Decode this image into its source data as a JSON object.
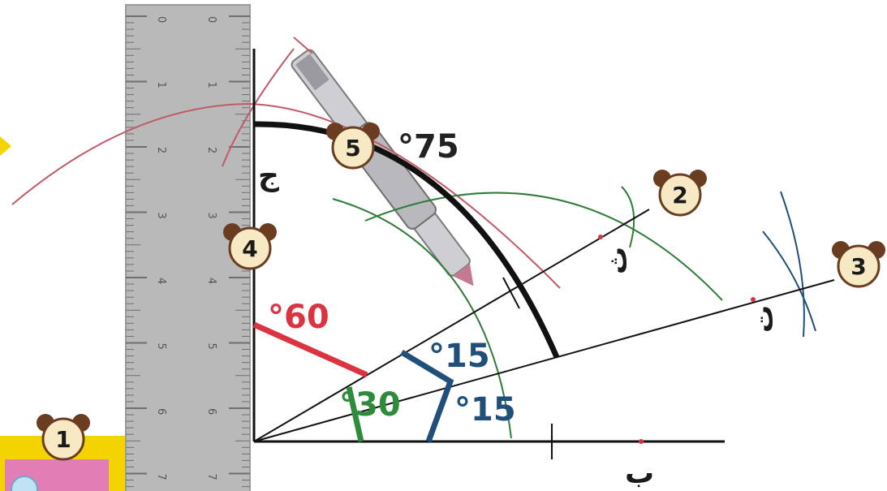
{
  "angles": {
    "a75": "°75",
    "a60": "°60",
    "a30": "°30",
    "a15_upper": "°15",
    "a15_lower": "°15"
  },
  "point_labels": {
    "b": "ب",
    "j": "ج",
    "t_upper": "ث",
    "t_lower": "ت"
  },
  "step_badges": [
    "1",
    "2",
    "3",
    "4",
    "5"
  ],
  "ruler_numbers": [
    "0",
    "1",
    "2",
    "3",
    "4",
    "5",
    "6",
    "7"
  ],
  "colors": {
    "red": "#d9343f",
    "green": "#2e8b3c",
    "blue": "#1f4f7a",
    "black": "#111111",
    "ruler": "#b9b9b9",
    "badge": "#f7e9c4",
    "bear_ear": "#6b3d20",
    "yellow": "#f3d400",
    "pink": "#e27db6"
  },
  "icons": [
    "ruler-icon",
    "compass-icon",
    "bear-badge-icon"
  ]
}
